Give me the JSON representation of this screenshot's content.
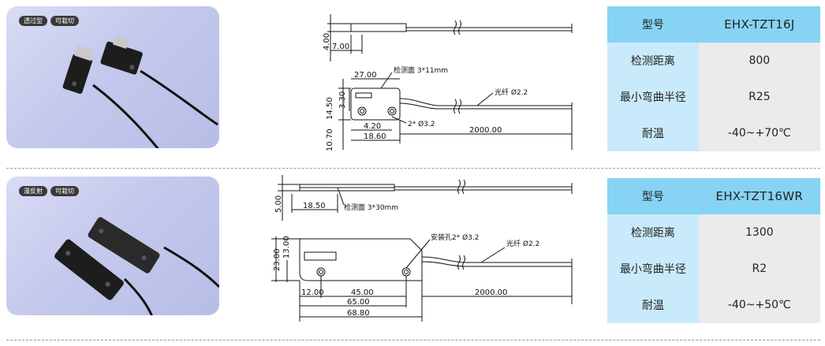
{
  "products": [
    {
      "tags": [
        "透过型",
        "可栽切"
      ],
      "drawing_labels": {
        "top_height": "4.00",
        "top_width": "7.00",
        "front_width": "27.00",
        "detect_face": "检测面 3*11mm",
        "fiber": "光纤 Ø2.2",
        "h_total": "14.50",
        "h_inner": "3.30",
        "hole": "2* Ø3.2",
        "h_bottom": "10.70",
        "hole_pitch": "4.20",
        "body_len": "18.60",
        "fiber_len": "2000.00"
      },
      "spec": [
        {
          "key": "型号",
          "value": "EHX-TZT16J"
        },
        {
          "key": "检测距离",
          "value": "800"
        },
        {
          "key": "最小弯曲半径",
          "value": "R25"
        },
        {
          "key": "耐温",
          "value": "-40~+70℃"
        }
      ]
    },
    {
      "tags": [
        "漫反射",
        "可栽切"
      ],
      "drawing_labels": {
        "top_height": "5.00",
        "top_width": "18.50",
        "detect_face": "检测面 3*30mm",
        "mount_hole": "安装孔2* Ø3.2",
        "fiber": "光纤 Ø2.2",
        "h_total": "23.00",
        "h_inner": "13.00",
        "offset": "12.00",
        "hole_pitch": "45.00",
        "len_mid": "65.00",
        "len_total": "68.80",
        "fiber_len": "2000.00"
      },
      "spec": [
        {
          "key": "型号",
          "value": "EHX-TZT16WR"
        },
        {
          "key": "检测距离",
          "value": "1300"
        },
        {
          "key": "最小弯曲半径",
          "value": "R2"
        },
        {
          "key": "耐温",
          "value": "-40~+50℃"
        }
      ]
    }
  ]
}
